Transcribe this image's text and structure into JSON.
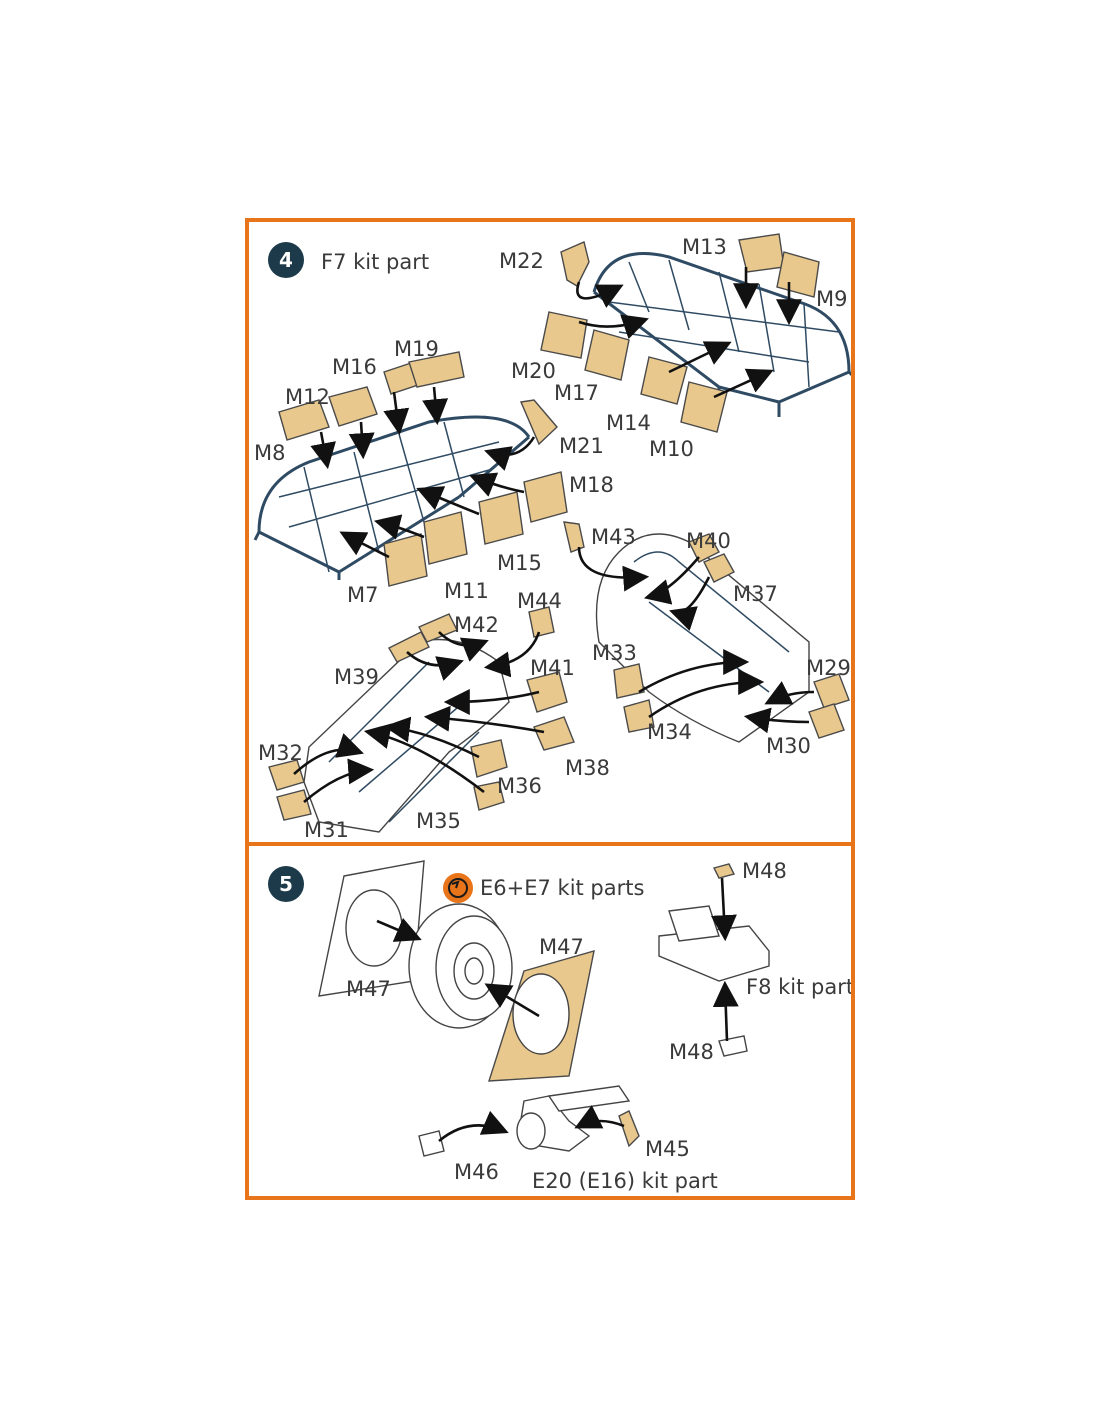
{
  "step4": {
    "number": "4",
    "kit_note": "F7 kit part",
    "labels": {
      "M22": "M22",
      "M13": "M13",
      "M9": "M9",
      "M20": "M20",
      "M17": "M17",
      "M14": "M14",
      "M10": "M10",
      "M19": "M19",
      "M16": "M16",
      "M12": "M12",
      "M8": "M8",
      "M21": "M21",
      "M18": "M18",
      "M15": "M15",
      "M7": "M7",
      "M11": "M11",
      "M43": "M43",
      "M40": "M40",
      "M37": "M37",
      "M44": "M44",
      "M42": "M42",
      "M41": "M41",
      "M39": "M39",
      "M33": "M33",
      "M29": "M29",
      "M34": "M34",
      "M30": "M30",
      "M32": "M32",
      "M38": "M38",
      "M36": "M36",
      "M35": "M35",
      "M31": "M31"
    }
  },
  "step5": {
    "number": "5",
    "kit_note": "E6+E7 kit parts",
    "labels": {
      "M47a": "M47",
      "M47b": "M47",
      "M48a": "M48",
      "M48b": "M48",
      "F8": "F8 kit part",
      "M45": "M45",
      "M46": "M46",
      "E20": "E20 (E16) kit part"
    }
  },
  "colors": {
    "border": "#e8751a",
    "mask": "#e8c88d",
    "badge": "#1d3a4a",
    "frame": "#2f4b63"
  },
  "icons": [
    "step-number-badge",
    "rotate-icon",
    "arrow-icon"
  ]
}
